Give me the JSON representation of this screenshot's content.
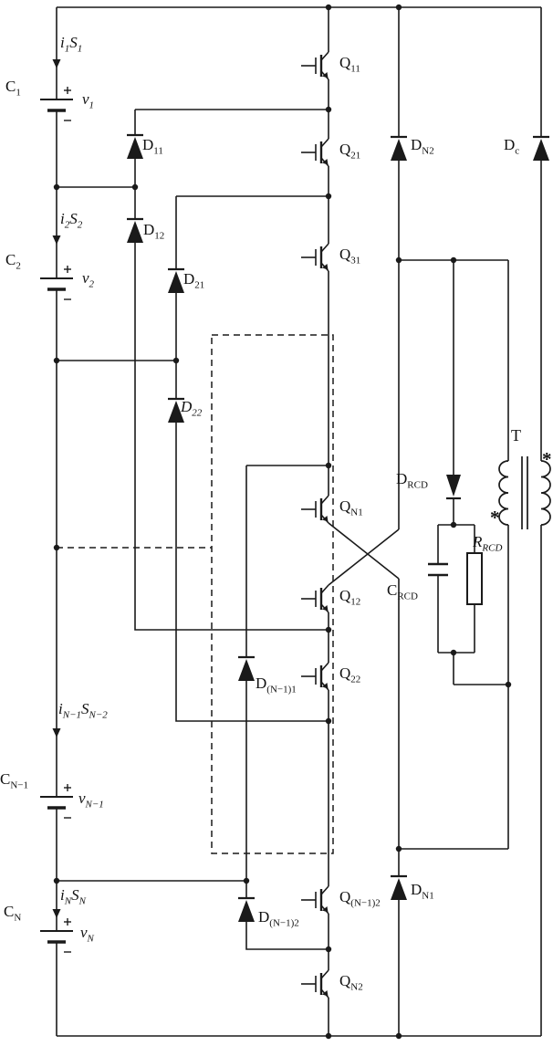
{
  "diagram": {
    "type": "circuit-schematic",
    "description": "Multilevel capacitor-fed converter with series IGBT stack, clamp diodes, RCD snubber and transformer",
    "ink_color": "#1a1a1a",
    "background": "#ffffff"
  },
  "labels": {
    "i1s1": [
      {
        "t": "i",
        "s": "1",
        "it": true
      },
      {
        "t": "S",
        "s": "1",
        "it": true
      }
    ],
    "c1": [
      {
        "t": "C",
        "s": "1"
      }
    ],
    "v1": [
      {
        "t": "v",
        "s": "1",
        "it": true
      }
    ],
    "i2s2": [
      {
        "t": "i",
        "s": "2",
        "it": true
      },
      {
        "t": "S",
        "s": "2",
        "it": true
      }
    ],
    "c2": [
      {
        "t": "C",
        "s": "2"
      }
    ],
    "v2": [
      {
        "t": "v",
        "s": "2",
        "it": true
      }
    ],
    "in1sn2": [
      {
        "t": "i",
        "s": "N−1",
        "it": true
      },
      {
        "t": "S",
        "s": "N−2",
        "it": true
      }
    ],
    "cn1": [
      {
        "t": "C",
        "s": "N−1"
      }
    ],
    "vn1": [
      {
        "t": "v",
        "s": "N−1",
        "it": true
      }
    ],
    "insn": [
      {
        "t": "i",
        "s": "N",
        "it": true
      },
      {
        "t": "S",
        "s": "N",
        "it": true
      }
    ],
    "cn": [
      {
        "t": "C",
        "s": "N"
      }
    ],
    "vn": [
      {
        "t": "v",
        "s": "N",
        "it": true
      }
    ],
    "q11": [
      {
        "t": "Q",
        "s": "11"
      }
    ],
    "q21": [
      {
        "t": "Q",
        "s": "21"
      }
    ],
    "q31": [
      {
        "t": "Q",
        "s": "31"
      }
    ],
    "qn1": [
      {
        "t": "Q",
        "s": "N1"
      }
    ],
    "q12": [
      {
        "t": "Q",
        "s": "12"
      }
    ],
    "q22": [
      {
        "t": "Q",
        "s": "22"
      }
    ],
    "qn12": [
      {
        "t": "Q",
        "s": "(N−1)2"
      }
    ],
    "qn2": [
      {
        "t": "Q",
        "s": "N2"
      }
    ],
    "d11": [
      {
        "t": "D",
        "s": "11"
      }
    ],
    "d12": [
      {
        "t": "D",
        "s": "12"
      }
    ],
    "d21": [
      {
        "t": "D",
        "s": "21"
      }
    ],
    "d22": [
      {
        "t": "D",
        "s": "22",
        "it": true
      }
    ],
    "dn11": [
      {
        "t": "D",
        "s": "(N−1)1"
      }
    ],
    "dn12": [
      {
        "t": "D",
        "s": "(N−1)2"
      }
    ],
    "dn2": [
      {
        "t": "D",
        "s": "N2"
      }
    ],
    "dn1": [
      {
        "t": "D",
        "s": "N1"
      }
    ],
    "dc": [
      {
        "t": "D",
        "s": "c"
      }
    ],
    "drcd": [
      {
        "t": "D",
        "s": "RCD"
      }
    ],
    "rrcd": [
      {
        "t": "R",
        "s": "RCD",
        "it": true
      }
    ],
    "crcd": [
      {
        "t": "C",
        "s": "RCD"
      }
    ],
    "t": "T",
    "star": "*"
  }
}
